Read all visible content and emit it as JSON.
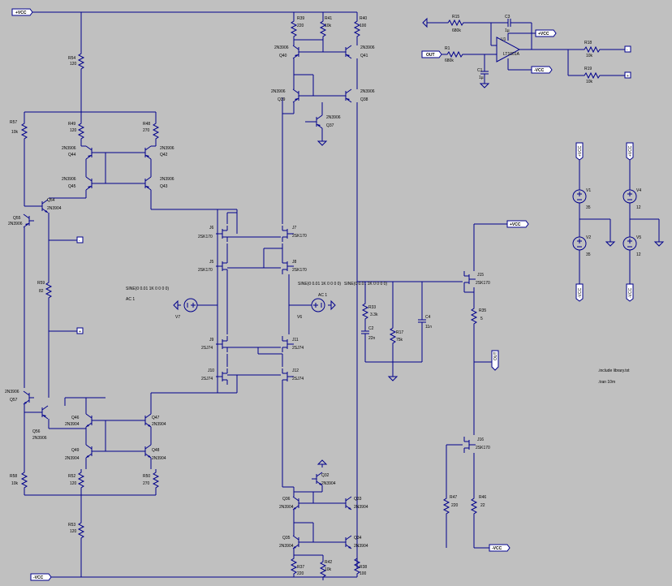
{
  "labels": {
    "vcc_top": "+VCC",
    "vcc_neg_bottom": "-VCC",
    "vcc_opamp": "+VCC",
    "vcc_neg_opamp": "-VCC",
    "out_opamp": "OUT",
    "vcc_j15": "+VCC",
    "out_right": "OUT",
    "vcc_neg_j16": "-VCC",
    "plus_pin": "+",
    "minus_pin": "-",
    "plus_out": "+",
    "minus_out": "-",
    "v1_top": "+VCC",
    "v1_bot": "-VCC",
    "v4_top": "+VCC",
    "v4_bot": "-VCC"
  },
  "resistors": {
    "r54": {
      "name": "R54",
      "value": "120"
    },
    "r57": {
      "name": "R57",
      "value": "10k"
    },
    "r49": {
      "name": "R49",
      "value": "120"
    },
    "r48": {
      "name": "R48",
      "value": "270"
    },
    "r59": {
      "name": "R59",
      "value": "82"
    },
    "r58": {
      "name": "R58",
      "value": "10k"
    },
    "r52": {
      "name": "R52",
      "value": "120"
    },
    "r50": {
      "name": "R50",
      "value": "270"
    },
    "r53": {
      "name": "R53",
      "value": "120"
    },
    "r39": {
      "name": "R39",
      "value": "220"
    },
    "r41": {
      "name": "R41",
      "value": "10k"
    },
    "r40": {
      "name": "R40",
      "value": "100"
    },
    "r37": {
      "name": "R37",
      "value": "220"
    },
    "r42": {
      "name": "R42",
      "value": "10k"
    },
    "r38": {
      "name": "R38",
      "value": "100"
    },
    "r15": {
      "name": "R15",
      "value": "680k"
    },
    "r1": {
      "name": "R1",
      "value": "680k"
    },
    "r18": {
      "name": "R18",
      "value": "10k"
    },
    "r19": {
      "name": "R19",
      "value": "10k"
    },
    "r33": {
      "name": "R33",
      "value": "3.3k"
    },
    "r17": {
      "name": "R17",
      "value": "75k"
    },
    "r35": {
      "name": "R35",
      "value": "5"
    },
    "r47": {
      "name": "R47",
      "value": "220"
    },
    "r46": {
      "name": "R46",
      "value": "22"
    }
  },
  "capacitors": {
    "c3": {
      "name": "C3",
      "value": "1µ"
    },
    "c1": {
      "name": "C1",
      "value": "1µ"
    },
    "c2": {
      "name": "C2",
      "value": "22n"
    },
    "c4": {
      "name": "C4",
      "value": "11n"
    }
  },
  "transistors": {
    "q44": {
      "name": "Q44",
      "model": "2N3906"
    },
    "q45": {
      "name": "Q45",
      "model": "2N3906"
    },
    "q42": {
      "name": "Q42",
      "model": "2N3906"
    },
    "q43": {
      "name": "Q43",
      "model": "2N3906"
    },
    "q54": {
      "name": "Q54",
      "model": "2N3904"
    },
    "q55": {
      "name": "Q55",
      "model": "2N3906"
    },
    "q57": {
      "name": "Q57",
      "model": "2N3906"
    },
    "q56": {
      "name": "Q56",
      "model": "2N3906"
    },
    "q46": {
      "name": "Q46",
      "model": "2N3904"
    },
    "q47": {
      "name": "Q47",
      "model": "2N3904"
    },
    "q49": {
      "name": "Q49",
      "model": "2N3904"
    },
    "q48": {
      "name": "Q48",
      "model": "2N3904"
    },
    "q40": {
      "name": "Q40",
      "model": "2N3906"
    },
    "q41": {
      "name": "Q41",
      "model": "2N3906"
    },
    "q39": {
      "name": "Q39",
      "model": "2N3906"
    },
    "q38": {
      "name": "Q38",
      "model": "2N3906"
    },
    "q37": {
      "name": "Q37",
      "model": "2N3906"
    },
    "q32": {
      "name": "Q32",
      "model": "2N3904"
    },
    "q36": {
      "name": "Q36",
      "model": "2N3904"
    },
    "q33": {
      "name": "Q33",
      "model": "2N3904"
    },
    "q35": {
      "name": "Q35",
      "model": "2N3904"
    },
    "q34": {
      "name": "Q34",
      "model": "2N3904"
    }
  },
  "jfets": {
    "j6": {
      "name": "J6",
      "model": "2SK170"
    },
    "j7": {
      "name": "J7",
      "model": "2SK170"
    },
    "j5": {
      "name": "J5",
      "model": "2SK170"
    },
    "j8": {
      "name": "J8",
      "model": "2SK170"
    },
    "j9": {
      "name": "J9",
      "model": "2SJ74"
    },
    "j11": {
      "name": "J11",
      "model": "2SJ74"
    },
    "j10": {
      "name": "J10",
      "model": "2SJ74"
    },
    "j12": {
      "name": "J12",
      "model": "2SJ74"
    },
    "j15": {
      "name": "J15",
      "model": "2SK170"
    },
    "j16": {
      "name": "J16",
      "model": "2SK170"
    }
  },
  "opamp": {
    "name": "U1",
    "model": "LT1001A"
  },
  "sources": {
    "v7": {
      "name": "V7",
      "value": "SINE(0 0.01 1K 0 0 0 0)",
      "ac": "AC 1"
    },
    "v6": {
      "name": "V6",
      "value": "SINE(0 0.01 1K 0 0 0 0)",
      "ac": "AC 1"
    },
    "v1": {
      "name": "V1",
      "value": "35"
    },
    "v2": {
      "name": "V2",
      "value": "35"
    },
    "v4": {
      "name": "V4",
      "value": "12"
    },
    "v5": {
      "name": "V5",
      "value": "12"
    }
  },
  "directives": {
    "include": ".include library.txt",
    "tran": ".tran 10m"
  }
}
